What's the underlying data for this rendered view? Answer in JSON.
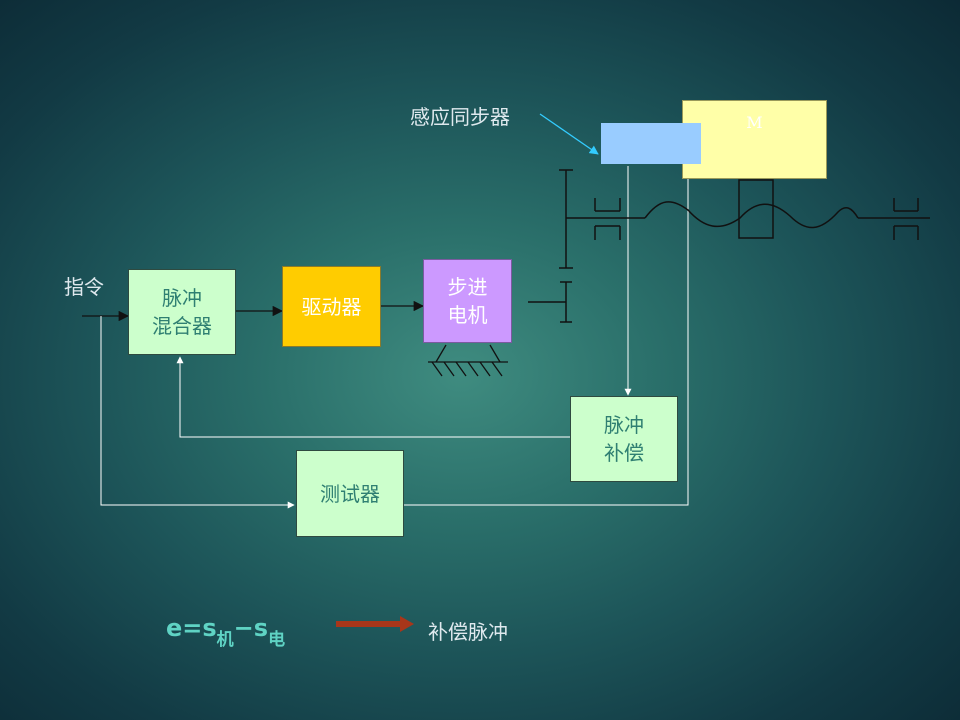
{
  "diagram": {
    "labels": {
      "command": "指令",
      "sync_sensor": "感应同步器",
      "legend_text": "补偿脉冲"
    },
    "blocks": {
      "pulse_mixer": "脉冲\n混合器",
      "driver": "驱动器",
      "stepper_motor": "步进\n电机",
      "pulse_compensation": "脉冲\n补偿",
      "tester": "测试器",
      "motor": "M"
    },
    "formula": {
      "lhs": "e=s",
      "sub1": "机",
      "minus": "−s",
      "sub2": "电"
    },
    "colors": {
      "block_green": "#ccffcc",
      "block_yellow": "#ffcc00",
      "block_purple": "#cc99ff",
      "motor_yellow": "#ffffa8",
      "sensor_blue": "#99ccff",
      "legend_arrow": "#a8361a",
      "formula_text": "#5fd3c4"
    }
  }
}
